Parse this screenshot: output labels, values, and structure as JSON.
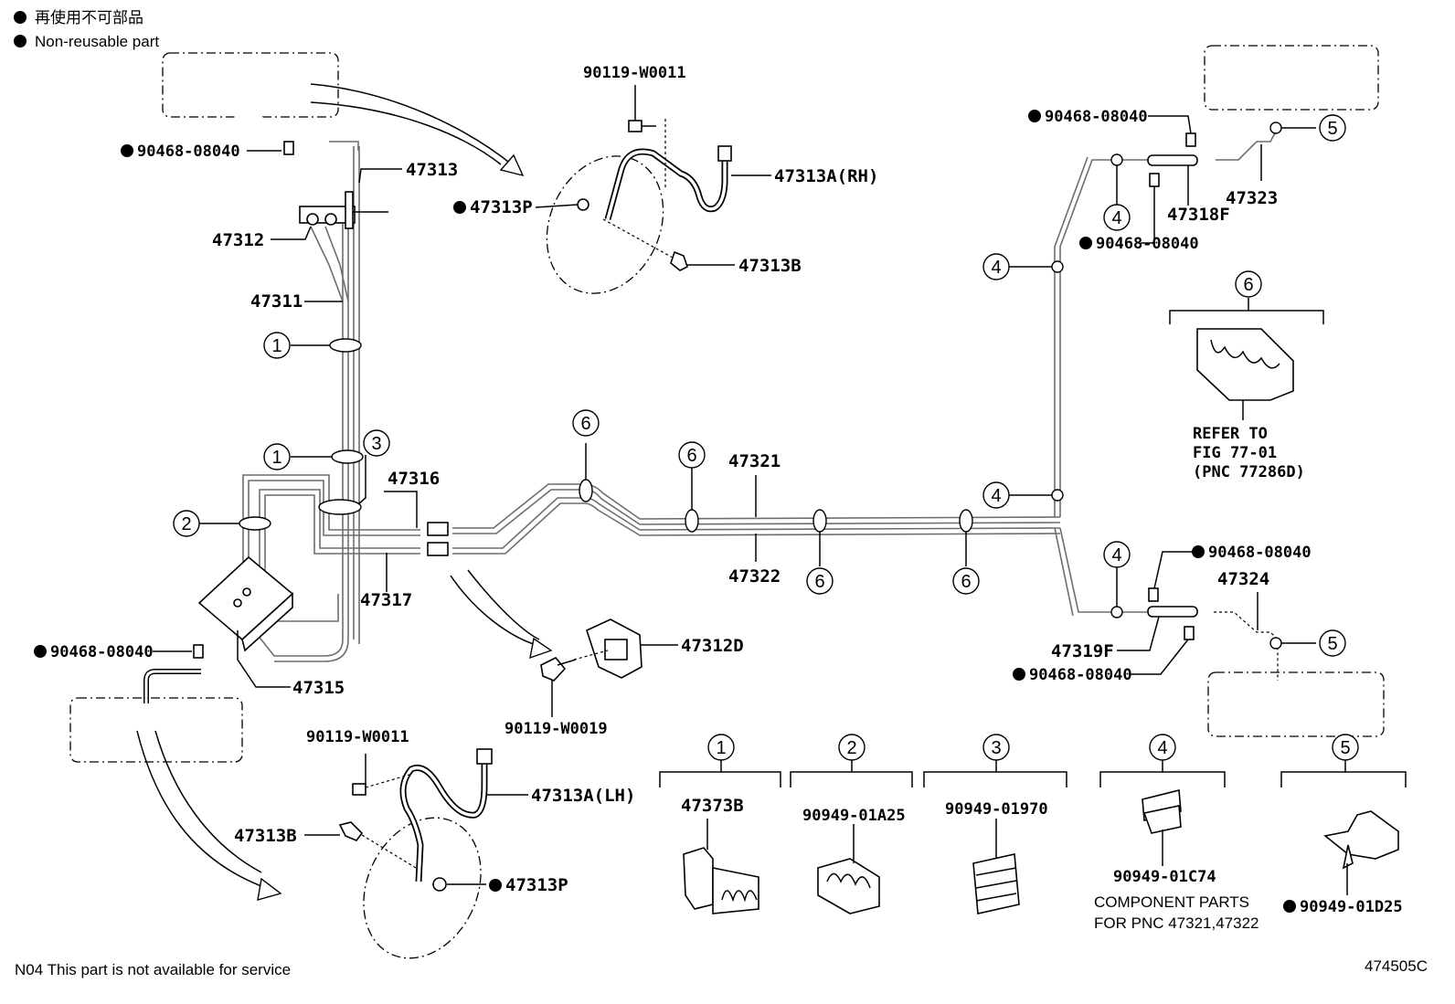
{
  "legend": {
    "jp": "再使用不可部品",
    "en": "Non-reusable part"
  },
  "footer": {
    "note": "N04 This part is not available for service",
    "fig_id": "474505C"
  },
  "labels": {
    "p90119_w0011_top": "90119-W0011",
    "p47313a_rh": "47313A(RH)",
    "p47313p_top": "47313P",
    "p47313b_top": "47313B",
    "p90468_top_left": "90468-08040",
    "p47313": "47313",
    "p47312": "47312",
    "p47311": "47311",
    "p47316": "47316",
    "p47317": "47317",
    "p47315": "47315",
    "p90468_mid_left": "90468-08040",
    "p47312d": "47312D",
    "p90119_w0019": "90119-W0019",
    "p47321": "47321",
    "p47322": "47322",
    "p90119_w0011_bot": "90119-W0011",
    "p47313a_lh": "47313A(LH)",
    "p47313b_bot": "47313B",
    "p47313p_bot": "47313P",
    "p90468_r1": "90468-08040",
    "p90468_r2": "90468-08040",
    "p47318f": "47318F",
    "p47323": "47323",
    "p90468_r3": "90468-08040",
    "p90468_r4": "90468-08040",
    "p47319f": "47319F",
    "p47324": "47324",
    "refer_line1": "REFER TO",
    "refer_line2": "FIG 77-01",
    "refer_line3": "(PNC 77286D)",
    "p47373b": "47373B",
    "p90949_01a25": "90949-01A25",
    "p90949_01970": "90949-01970",
    "p90949_01c74": "90949-01C74",
    "p90949_01d25": "90949-01D25",
    "comp_line1": "COMPONENT PARTS",
    "comp_line2": "FOR PNC 47321,47322"
  },
  "callouts": [
    "1",
    "2",
    "3",
    "4",
    "5",
    "6"
  ]
}
